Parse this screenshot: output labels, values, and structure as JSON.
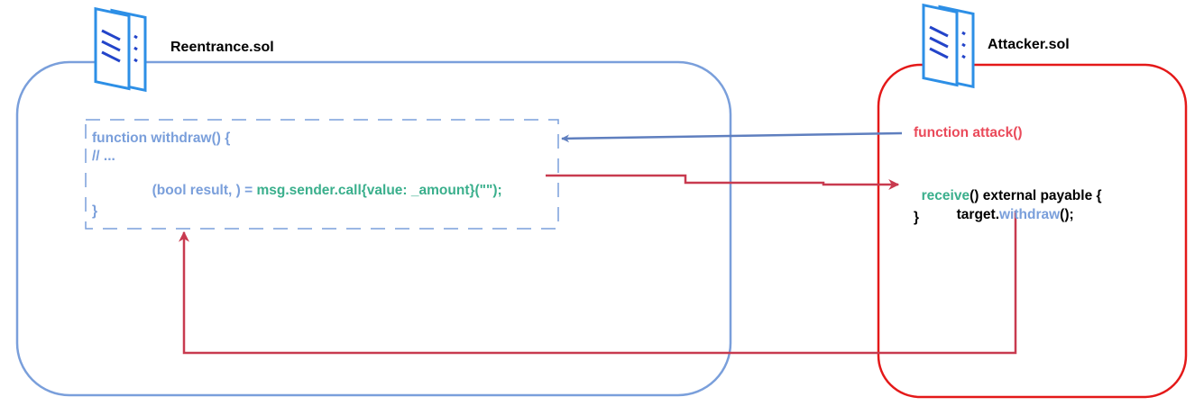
{
  "colors": {
    "left_border": "#7a9fdb",
    "right_border": "#e41919",
    "code_blue": "#7a9fdb",
    "code_green": "#3aaf8c",
    "code_red": "#ea4a5a",
    "code_black": "#000000",
    "arrow_blue": "#5f7fbf",
    "arrow_red": "#c83a4f",
    "icon_blue": "#2d8fe6",
    "icon_dark": "#2344c9"
  },
  "reentrance": {
    "title": "Reentrance.sol",
    "icon": "document-stack-icon",
    "code": {
      "line1": "function withdraw() {",
      "line2": "// ...",
      "line3_part1": "(bool result, ) = ",
      "line3_part2": "msg.sender.call{value: _amount}(\"\");",
      "line4": "}"
    }
  },
  "attacker": {
    "title": "Attacker.sol",
    "icon": "document-stack-icon",
    "code": {
      "attack": "function attack()",
      "receive_kw": "receive",
      "receive_rest": "() external payable {",
      "target_prefix": "target.",
      "target_method": "withdraw",
      "target_suffix": "();",
      "close": "}"
    }
  },
  "edges": [
    {
      "from": "function attack()",
      "to": "function withdraw()",
      "color": "blue"
    },
    {
      "from": "msg.sender.call",
      "to": "receive()",
      "color": "red"
    },
    {
      "from": "target.withdraw()",
      "to": "function withdraw()",
      "color": "red"
    }
  ]
}
